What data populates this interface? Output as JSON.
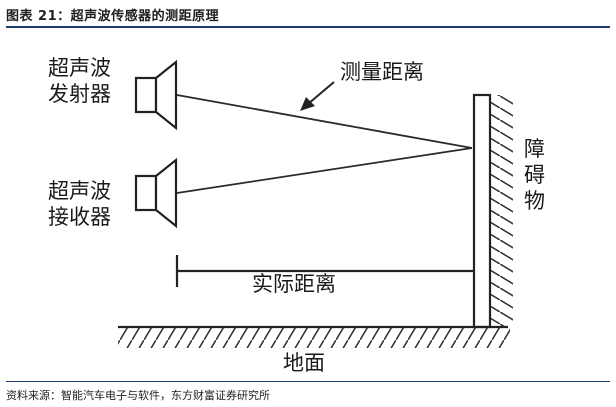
{
  "header": {
    "title": "图表 21：超声波传感器的测距原理"
  },
  "diagram": {
    "transmitter_label_line1": "超声波",
    "transmitter_label_line2": "发射器",
    "receiver_label_line1": "超声波",
    "receiver_label_line2": "接收器",
    "measured_distance_label": "测量距离",
    "actual_distance_label": "实际距离",
    "obstacle_label": "障碍物",
    "ground_label": "地面"
  },
  "footer": {
    "source": "资料来源：智能汽车电子与软件，东方财富证券研究所"
  }
}
